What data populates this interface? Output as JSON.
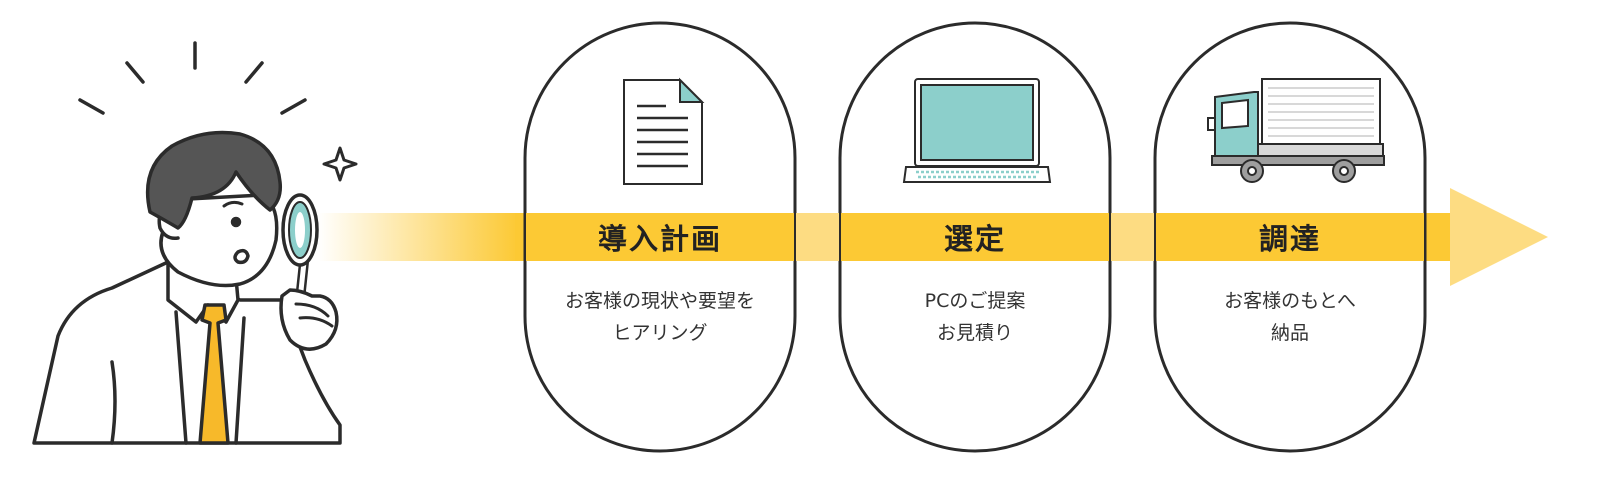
{
  "colors": {
    "arrow": "#fcc934",
    "arrow_light": "#fddc82",
    "outline": "#2b2b2b",
    "accent_teal": "#8ccfcb",
    "tie": "#f7b92a"
  },
  "steps": [
    {
      "icon": "document-icon",
      "title": "導入計画",
      "desc_line1": "お客様の現状や要望を",
      "desc_line2": "ヒアリング"
    },
    {
      "icon": "laptop-icon",
      "title": "選定",
      "desc_line1": "PCのご提案",
      "desc_line2": "お見積り"
    },
    {
      "icon": "truck-icon",
      "title": "調達",
      "desc_line1": "お客様のもとへ",
      "desc_line2": "納品"
    }
  ]
}
